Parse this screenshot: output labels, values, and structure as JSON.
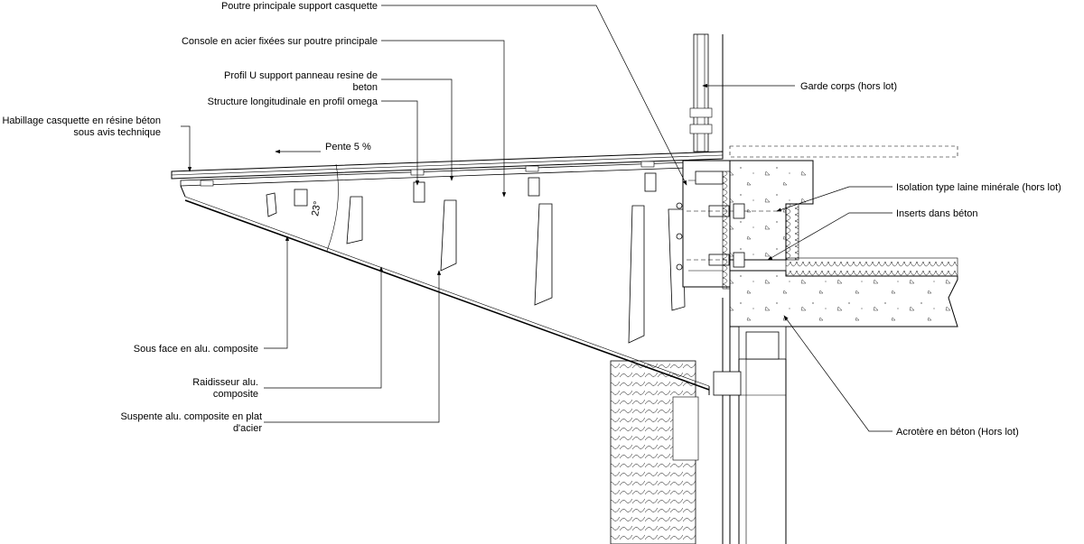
{
  "labels": {
    "poutre": "Poutre principale support casquette",
    "console": "Console  en acier  fixées sur poutre principale",
    "profil_u_1": "Profil U support panneau resine de",
    "profil_u_2": "beton",
    "structure": "Structure longitudinale en profil omega",
    "habillage_1": "Habillage casquette en résine béton",
    "habillage_2": "sous avis technique",
    "pente": "Pente 5 %",
    "angle": "23°",
    "garde_corps": "Garde corps (hors lot)",
    "isolation": "Isolation type laine minérale (hors lot)",
    "inserts": "Inserts dans béton",
    "sous_face": "Sous face en alu. composite",
    "raidisseur_1": "Raidisseur alu.",
    "raidisseur_2": "composite",
    "suspente_1": "Suspente  alu. composite en plat",
    "suspente_2": "d'acier",
    "acrotere": "Acrotère en béton (Hors lot)"
  }
}
